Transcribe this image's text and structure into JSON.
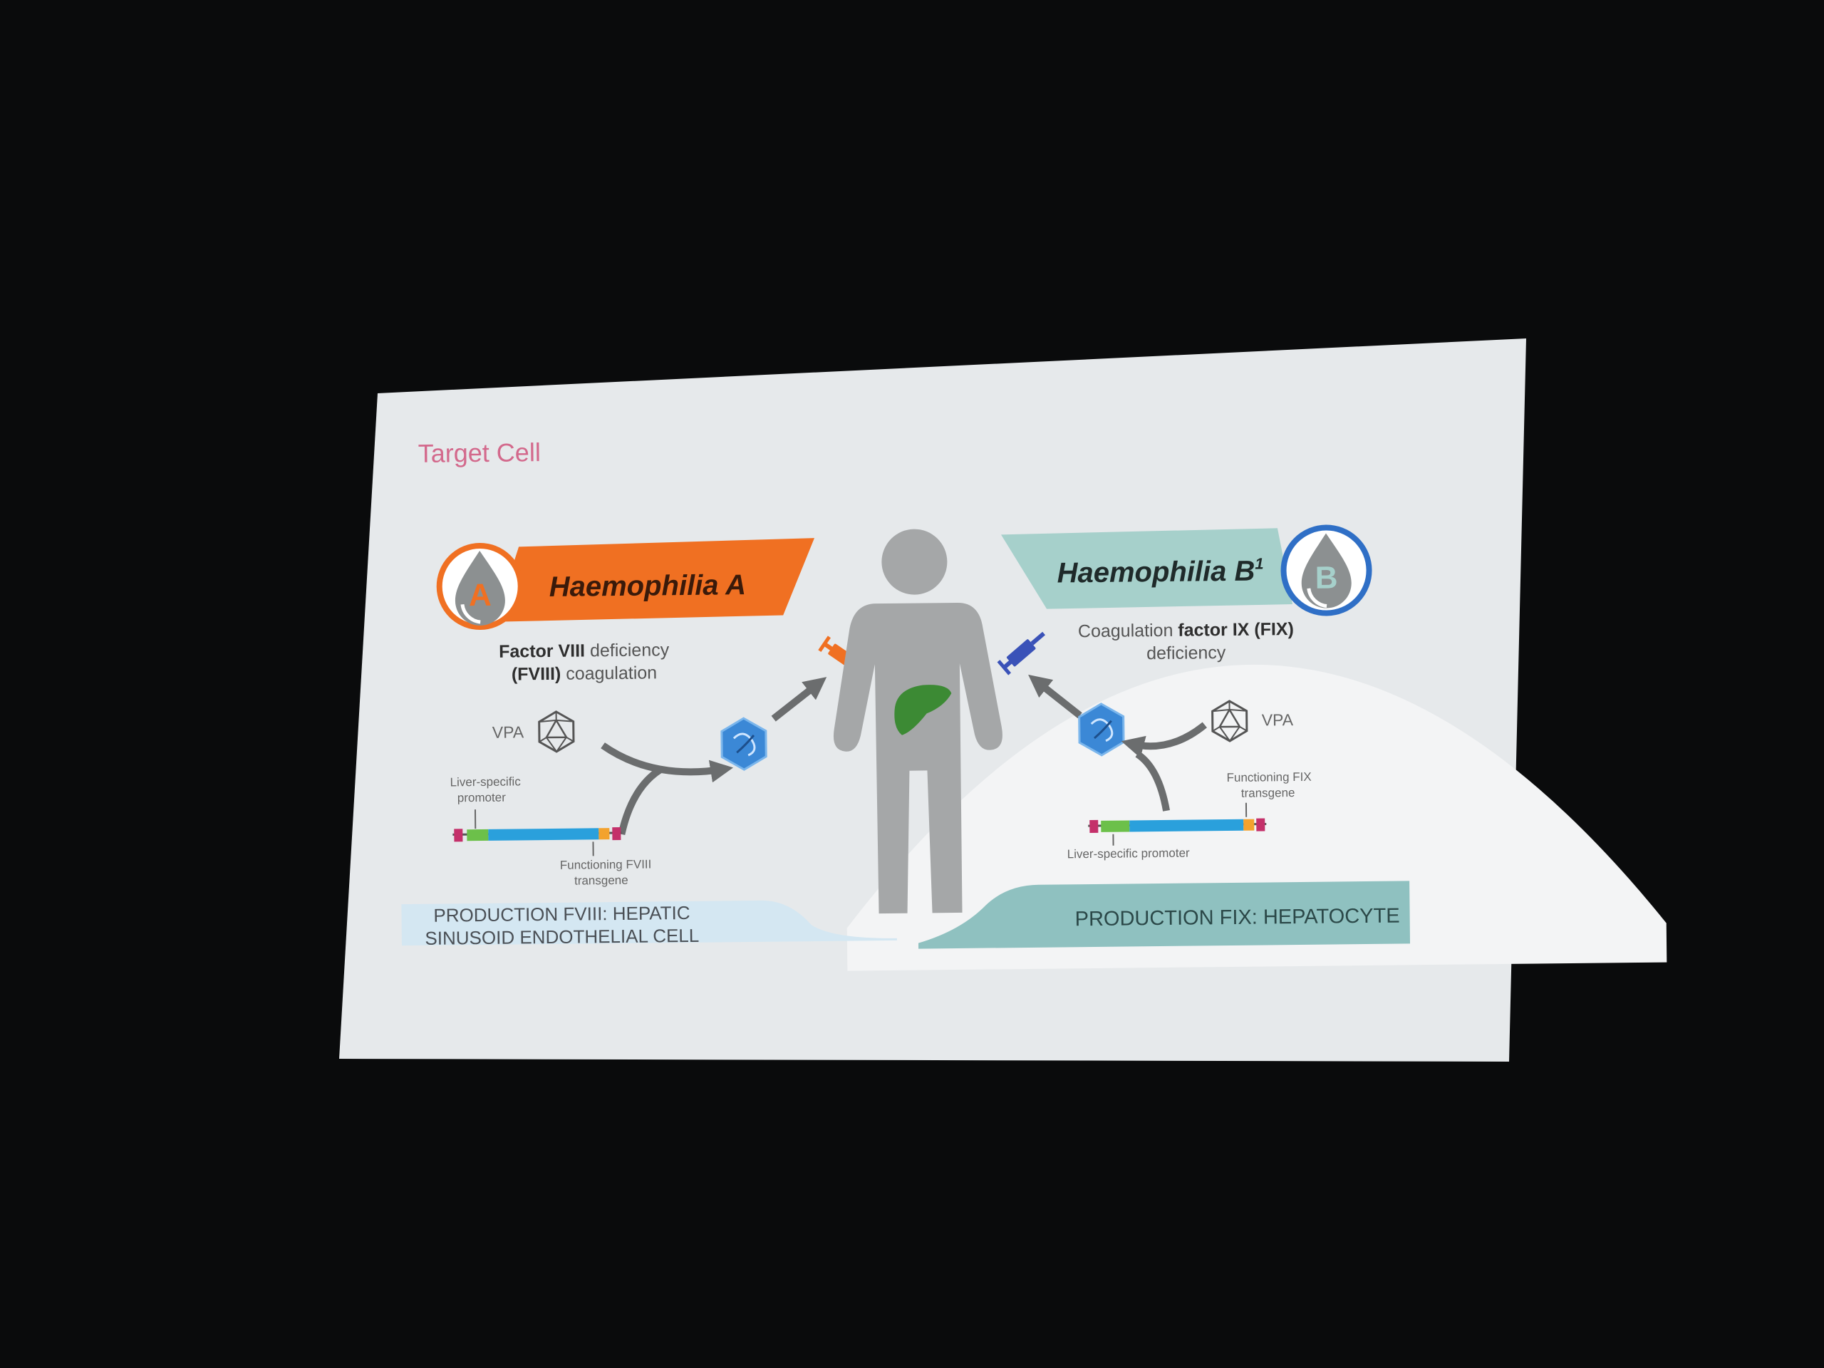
{
  "slide": {
    "title": "Target Cell",
    "left": {
      "badge_letter": "A",
      "heading": "Haemophilia A",
      "desc_line1_bold": "Factor VIII",
      "desc_line1_rest": " deficiency",
      "desc_line2_bold": "(FVIII)",
      "desc_line2_rest": " coagulation",
      "vpa_label": "VPA",
      "promoter_label_1": "Liver-specific",
      "promoter_label_2": "promoter",
      "transgene_label_1": "Functioning FVIII",
      "transgene_label_2": "transgene",
      "production_line1": "PRODUCTION FVIII: HEPATIC",
      "production_line2": "SINUSOID ENDOTHELIAL CELL"
    },
    "right": {
      "badge_letter": "B",
      "heading": "Haemophilia B",
      "heading_sup": "1",
      "desc_line1_rest": "Coagulation ",
      "desc_line1_bold": "factor IX (FIX)",
      "desc_line2": "deficiency",
      "vpa_label": "VPA",
      "transgene_label_1": "Functioning FIX",
      "transgene_label_2": "transgene",
      "promoter_label": "Liver-specific promoter",
      "production": "PRODUCTION FIX: HEPATOCYTE"
    }
  },
  "colors": {
    "background": "#0a0b0c",
    "slide": "#e6e9eb",
    "title": "#d3698c",
    "orange": "#f07022",
    "teal": "#a6d0cb",
    "light_blue": "#d4e7f2",
    "teal_dark": "#8fc1c0",
    "person": "#a5a7a8",
    "liver": "#3c8a34",
    "cassette_green": "#6cc04a",
    "cassette_blue": "#2aa0dc",
    "cassette_orange": "#f3a22e",
    "cassette_pink": "#c4306a"
  }
}
